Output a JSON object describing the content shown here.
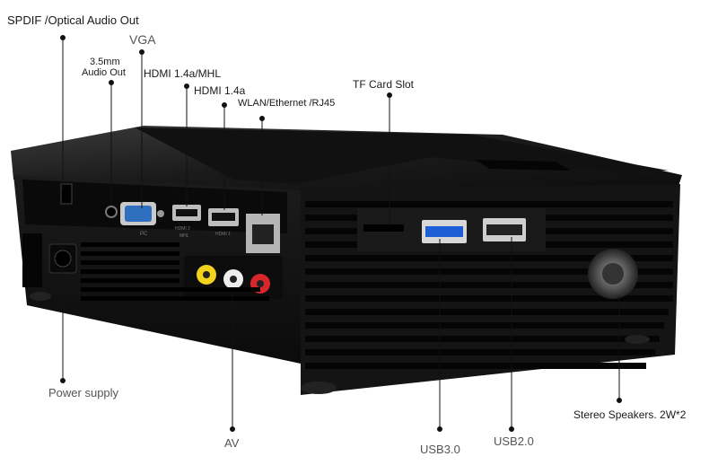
{
  "callouts": {
    "spdif": "SPDIF /Optical Audio Out",
    "vga": "VGA",
    "audio_35_line1": "3.5mm",
    "audio_35_line2": "Audio Out",
    "hdmi_mhl": "HDMI 1.4a/MHL",
    "hdmi": "HDMI 1.4a",
    "wlan": "WLAN/Ethernet /RJ45",
    "tf": "TF Card Slot",
    "power": "Power supply",
    "av": "AV",
    "usb3": "USB3.0",
    "usb2": "USB2.0",
    "speakers": "Stereo Speakers. 2W*2"
  },
  "device_text": {
    "pc": "PC",
    "hdmi2": "HDMI 2",
    "mhl": "MHL",
    "hdmi1": "HDMI 1"
  },
  "colors": {
    "body": "#151515",
    "top": "#2a2a2a",
    "usb3_port": "#1e5fd6",
    "av_yellow": "#f2d21b",
    "av_white": "#eeeeee",
    "av_red": "#d9262a",
    "vga_port": "#2f6fbf"
  }
}
